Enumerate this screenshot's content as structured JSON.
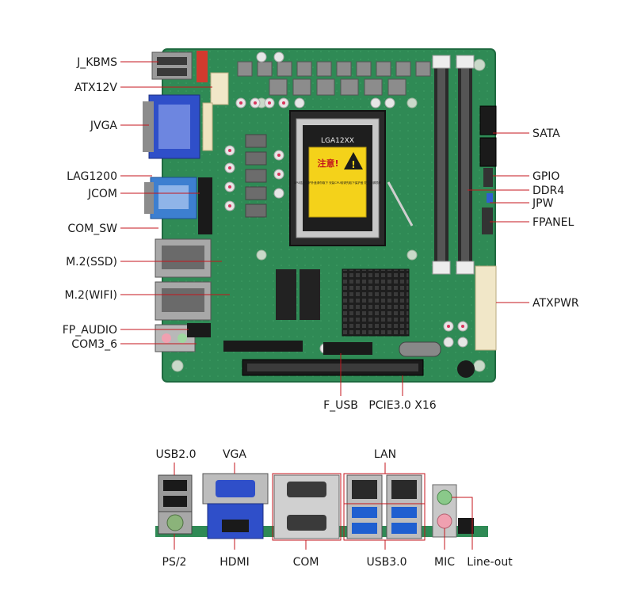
{
  "board_labels_left": [
    "J_KBMS",
    "ATX12V",
    "JVGA",
    "LAG1200",
    "JCOM",
    "COM_SW",
    "M.2(SSD)",
    "M.2(WIFI)",
    "FP_AUDIO",
    "COM3_6"
  ],
  "board_labels_right": [
    "SATA",
    "GPIO",
    "DDR4",
    "JPW",
    "FPANEL",
    "ATXPWR"
  ],
  "board_labels_bottom": [
    "F_USB",
    "PCIE3.0 X16"
  ],
  "io_labels_top": [
    "USB2.0",
    "VGA",
    "LAN"
  ],
  "io_labels_bottom": [
    "PS/2",
    "HDMI",
    "COM",
    "USB3.0",
    "MIC",
    "Line-out"
  ],
  "cpu_socket_label": "LGA12XX",
  "warning_title": "注意!",
  "warning_text": "CPU插座保护外盖请勿取下 安装CPU前请先取下保护盖 防止针脚损坏",
  "colors": {
    "pcb": "#2f8a55",
    "pcb_dark": "#1f6a40",
    "socket": "#2a2a2a",
    "warning": "#f4d21a",
    "ram_slot": "#d9d9d9",
    "leader": "#c4161c",
    "io_box": "#c4161c",
    "vga_blue": "#2f4fc9",
    "usb3_blue": "#1f5fd0"
  }
}
